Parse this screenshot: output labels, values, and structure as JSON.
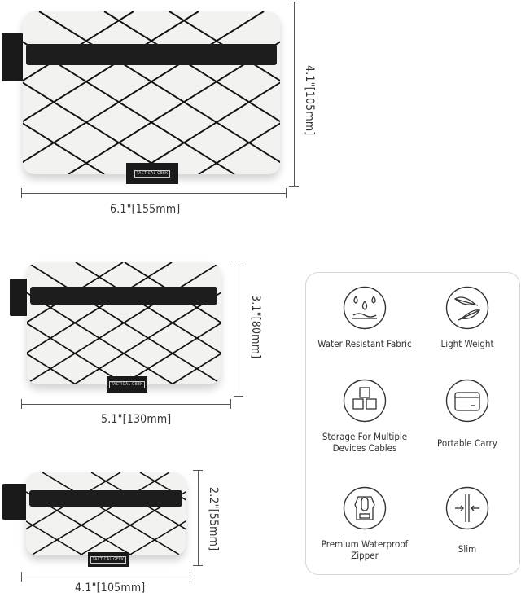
{
  "products": [
    {
      "name": "large-pouch",
      "width_label": "6.1\"[155mm]",
      "height_label": "4.1\"[105mm]",
      "brand_label": "TACTICAL GEEK"
    },
    {
      "name": "medium-pouch",
      "width_label": "5.1\"[130mm]",
      "height_label": "3.1\"[80mm]",
      "brand_label": "TACTICAL GEEK"
    },
    {
      "name": "small-pouch",
      "width_label": "4.1\"[105mm]",
      "height_label": "2.2\"[55mm]",
      "brand_label": "TACTICAL GEEK"
    }
  ],
  "features": [
    {
      "icon": "water-drops-icon",
      "label": "Water Resistant Fabric"
    },
    {
      "icon": "feather-icon",
      "label": "Light Weight"
    },
    {
      "icon": "boxes-icon",
      "label": "Storage For Multiple Devices Cables"
    },
    {
      "icon": "wallet-icon",
      "label": "Portable Carry"
    },
    {
      "icon": "zipper-icon",
      "label": "Premium Waterproof Zipper"
    },
    {
      "icon": "slim-arrows-icon",
      "label": "Slim"
    }
  ],
  "colors": {
    "line": "#555555",
    "fabric": "#f2f2f0",
    "accent": "#1a1a1a",
    "panel_border": "#d6d6d6"
  }
}
